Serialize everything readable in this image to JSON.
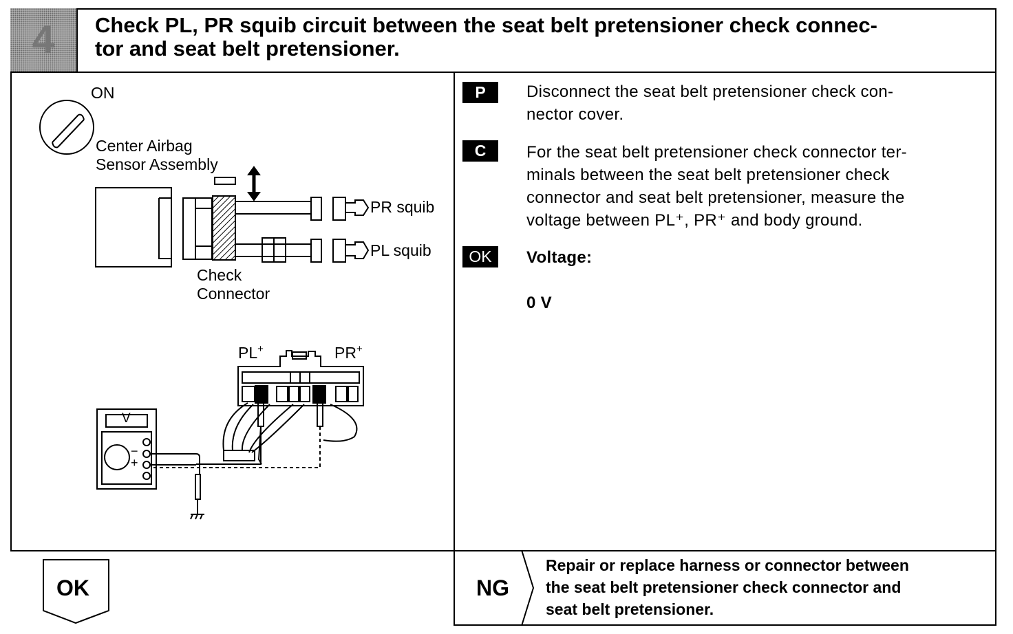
{
  "header": {
    "step_number": "4",
    "title_line1": "Check PL, PR squib circuit between the seat belt pretensioner check connec-",
    "title_line2": "tor and seat belt pretensioner."
  },
  "diagram": {
    "ignition_label": "ON",
    "sensor_label_line1": "Center Airbag",
    "sensor_label_line2": "Sensor Assembly",
    "pr_squib_label": "PR squib",
    "pl_squib_label": "PL squib",
    "check_label_line1": "Check",
    "check_label_line2": "Connector",
    "pl_plus_label": "PL",
    "pr_plus_label": "PR",
    "plus_sign": "+",
    "meter_label": "V",
    "meter_minus": "−",
    "meter_plus": "+"
  },
  "instructions": [
    {
      "tag": "P",
      "lines": [
        "Disconnect the seat belt pretensioner check con-",
        "nector cover."
      ]
    },
    {
      "tag": "C",
      "lines": [
        "For the seat belt pretensioner check connector ter-",
        "minals between the seat belt pretensioner check",
        "connector and seat belt pretensioner, measure the",
        "voltage between PL⁺, PR⁺ and body ground."
      ]
    },
    {
      "tag": "OK",
      "label": "Voltage:",
      "value": "0 V"
    }
  ],
  "results": {
    "ok_label": "OK",
    "ng_label": "NG",
    "ng_lines": [
      "Repair or replace harness or connector between",
      "the seat belt pretensioner check connector and",
      "seat belt pretensioner."
    ]
  }
}
